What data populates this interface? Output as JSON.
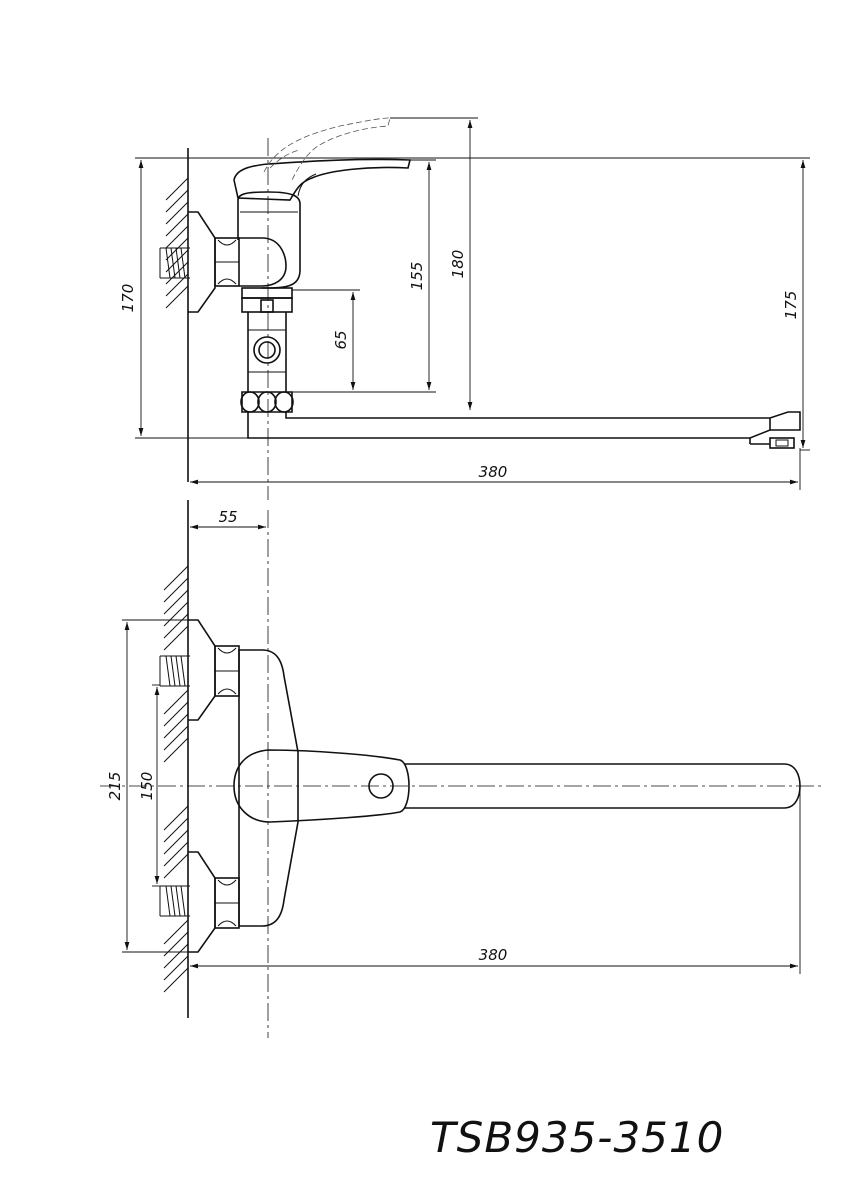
{
  "model_code": "TSB935-3510",
  "side_view": {
    "dimensions": {
      "height_170": "170",
      "height_155": "155",
      "height_180": "180",
      "height_65": "65",
      "height_175": "175",
      "length_380": "380"
    }
  },
  "front_view": {
    "dimensions": {
      "offset_55": "55",
      "height_215": "215",
      "spacing_150": "150",
      "length_380": "380"
    }
  }
}
